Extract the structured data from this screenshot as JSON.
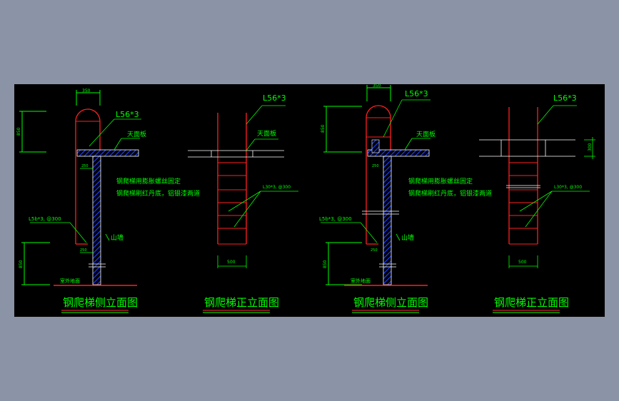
{
  "drawings": [
    {
      "kind": "side",
      "dim_top": "350",
      "dim_height_upper": "850",
      "dim_250": "250",
      "dim_bottom_offset": "250",
      "dim_height_lower": "850",
      "label_angle": "L56*3",
      "label_slab": "天面板",
      "note_line1": "钢爬梯用膨胀螺丝固定",
      "note_line2": "钢爬梯刷红丹底，铝银漆两道",
      "label_rung": "L5b*3, @300",
      "label_wall": "山墙",
      "label_ground": "室外地面",
      "title": "钢爬梯侧立面图"
    },
    {
      "kind": "front",
      "label_angle": "L56*3",
      "label_slab": "天面板",
      "label_rung": "L30*3, @300",
      "dim_width": "500",
      "title": "钢爬梯正立面图"
    },
    {
      "kind": "side",
      "dim_top": "350",
      "dim_height_upper": "850",
      "dim_250": "250",
      "dim_bottom_offset": "250",
      "dim_height_lower": "850",
      "label_angle": "L56*3",
      "label_slab": "天面板",
      "note_line1": "钢爬梯用膨胀螺丝固定",
      "note_line2": "钢爬梯刷红丹底，铝银漆两道",
      "label_rung": "L5b*3, @300",
      "label_wall": "山墙",
      "label_ground": "室外地面",
      "title": "钢爬梯侧立面图"
    },
    {
      "kind": "front",
      "label_angle": "L56*3",
      "dim_slab": "300",
      "label_rung": "L30*3, @300",
      "dim_width": "500",
      "title": "钢爬梯正立面图"
    }
  ],
  "colors": {
    "background": "#8a94a6",
    "canvas": "#000000",
    "ladder": "#ff2020",
    "annotation": "#00ff00",
    "dimension": "#00ff00",
    "wall_hatch": "#1a3cff",
    "wall_outline": "#ffffff",
    "title_underline_1": "#ff3030",
    "title_underline_2": "#00ff00"
  }
}
